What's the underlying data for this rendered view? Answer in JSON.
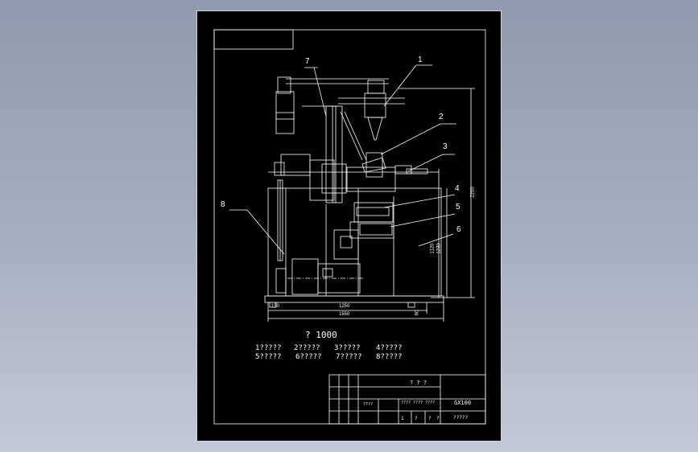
{
  "callouts": [
    "1",
    "2",
    "3",
    "4",
    "5",
    "6",
    "7",
    "8"
  ],
  "dimensions": {
    "bottom_left": "150",
    "bottom_mid": "1250",
    "bottom_total": "1550",
    "right_total": "2200",
    "right_a": "1120",
    "right_b": "1230",
    "foot": "60"
  },
  "scale_note": "? 1000",
  "legend": [
    [
      "1?????",
      "2?????",
      "3?????",
      "4?????"
    ],
    [
      "5?????",
      "6?????",
      "7?????",
      "8?????"
    ]
  ],
  "title_block": {
    "name": "? ? ?",
    "drawing_no": "GX100",
    "row_text": "???? ???? ????",
    "cell_a": "????",
    "bottom_cells": [
      "1",
      "?",
      "?",
      "?"
    ],
    "company": "?????"
  },
  "colors": {
    "line": "#ffffff",
    "sheet": "#000000",
    "desktop": "#9aa4b8"
  }
}
